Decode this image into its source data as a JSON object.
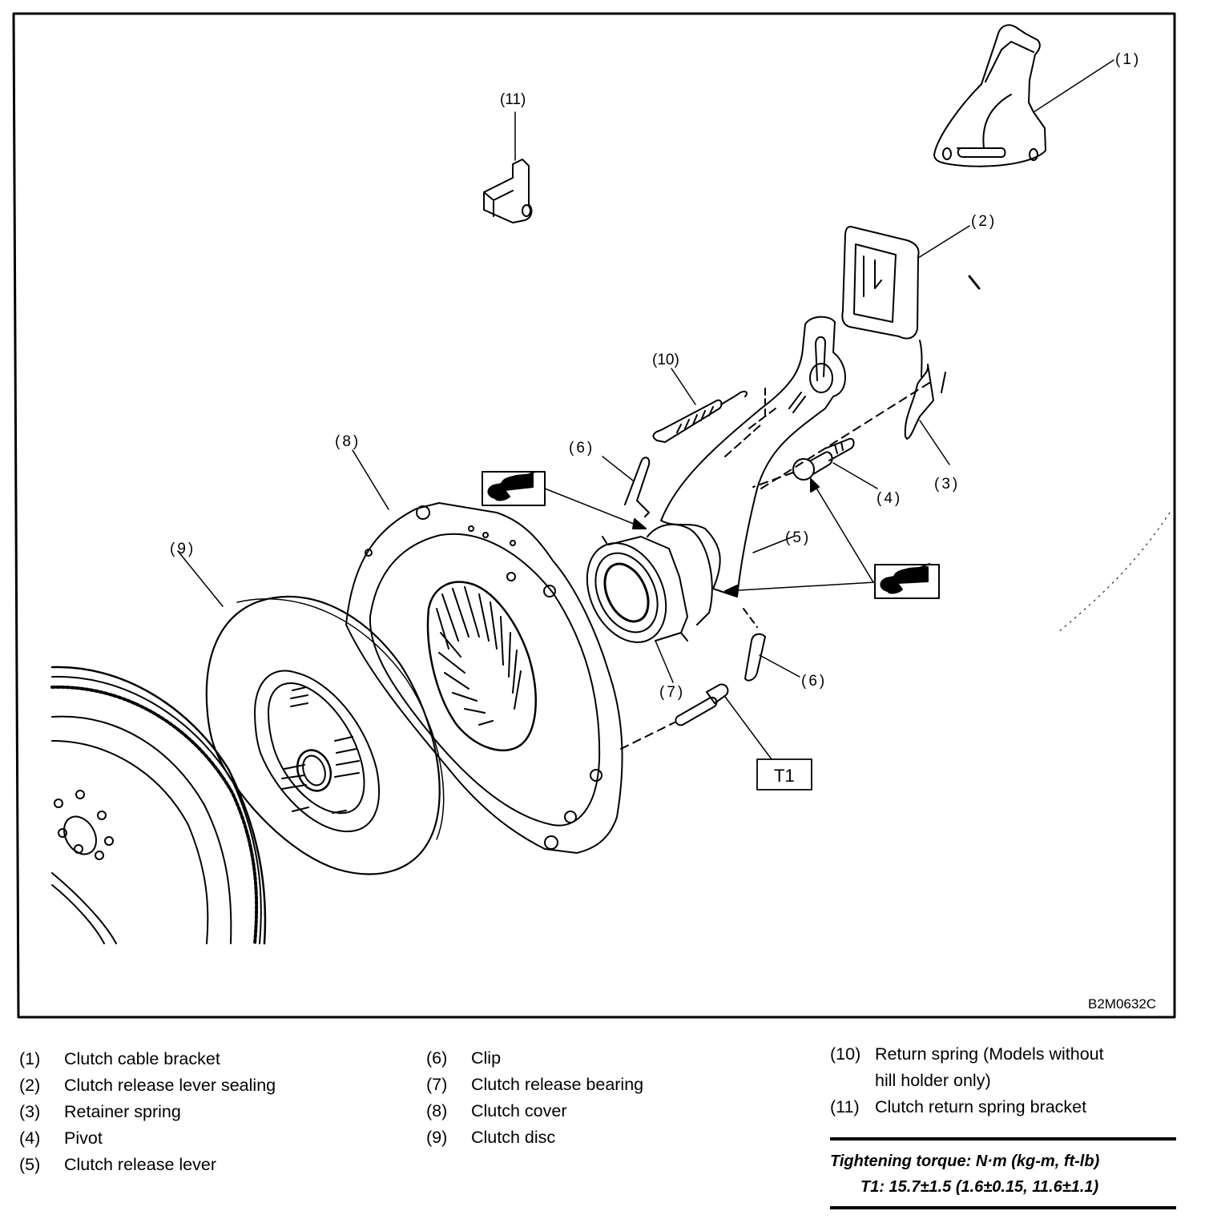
{
  "figure": {
    "drawing_code": "B2M0632C",
    "subject": "Clutch assembly exploded view",
    "callouts": [
      "(1)",
      "(2)",
      "(3)",
      "(4)",
      "(5)",
      "(6)",
      "(6)",
      "(7)",
      "(8)",
      "(9)",
      "(10)",
      "(11)"
    ],
    "torque_tag": "T1",
    "symbols": [
      {
        "name": "grease-application-icon",
        "count": 2
      }
    ]
  },
  "legend": {
    "column1": [
      {
        "num": "(1)",
        "text": "Clutch cable bracket"
      },
      {
        "num": "(2)",
        "text": "Clutch release lever sealing"
      },
      {
        "num": "(3)",
        "text": "Retainer spring"
      },
      {
        "num": "(4)",
        "text": "Pivot"
      },
      {
        "num": "(5)",
        "text": "Clutch release lever"
      }
    ],
    "column2": [
      {
        "num": "(6)",
        "text": "Clip"
      },
      {
        "num": "(7)",
        "text": "Clutch release bearing"
      },
      {
        "num": "(8)",
        "text": "Clutch cover"
      },
      {
        "num": "(9)",
        "text": "Clutch disc"
      }
    ],
    "column3": [
      {
        "num": "(10)",
        "text": "Return spring (Models without",
        "continuation": "hill holder only)"
      },
      {
        "num": "(11)",
        "text": "Clutch return spring bracket"
      }
    ]
  },
  "torque": {
    "heading": "Tightening torque: N·m (kg-m, ft-lb)",
    "spec": "T1: 15.7±1.5 (1.6±0.15, 11.6±1.1)"
  }
}
